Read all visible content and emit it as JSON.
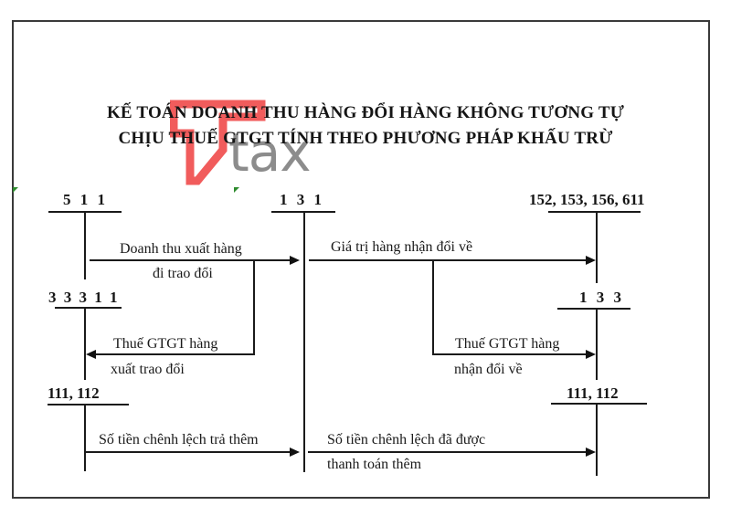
{
  "title": {
    "line1": "KẾ TOÁN DOANH THU HÀNG ĐỔI HÀNG KHÔNG TƯƠNG TỰ",
    "line2": "CHỊU THUẾ GTGT TÍNH THEO PHƯƠNG PHÁP KHẤU TRỪ"
  },
  "watermark": {
    "text": "tax",
    "logo_color": "#f04a4a",
    "text_color": "#787878"
  },
  "accounts": {
    "a511": "5 1 1",
    "a131": "1 3 1",
    "a152": "152, 153, 156, 611",
    "a33311": "3 3 3 1 1",
    "a133": "1 3 3",
    "a111_left": "111, 112",
    "a111_right": "111, 112"
  },
  "flows": {
    "revenue": {
      "line1": "Doanh thu xuất hàng",
      "line2": "đi trao đổi"
    },
    "goods_received": {
      "line1": "Giá trị hàng nhận đổi về"
    },
    "vat_out": {
      "line1": "Thuế GTGT hàng",
      "line2": "xuất trao đổi"
    },
    "vat_in": {
      "line1": "Thuế GTGT hàng",
      "line2": "nhận đổi về"
    },
    "pay_extra": {
      "line1": "Số tiền chênh lệch trả thêm"
    },
    "received_extra": {
      "line1": "Số tiền chênh lệch đã được",
      "line2": "thanh toán thêm"
    }
  },
  "colors": {
    "line": "#1a1a1a",
    "frame": "#3a3a3a",
    "artifact_green": "#2e8b2e"
  }
}
